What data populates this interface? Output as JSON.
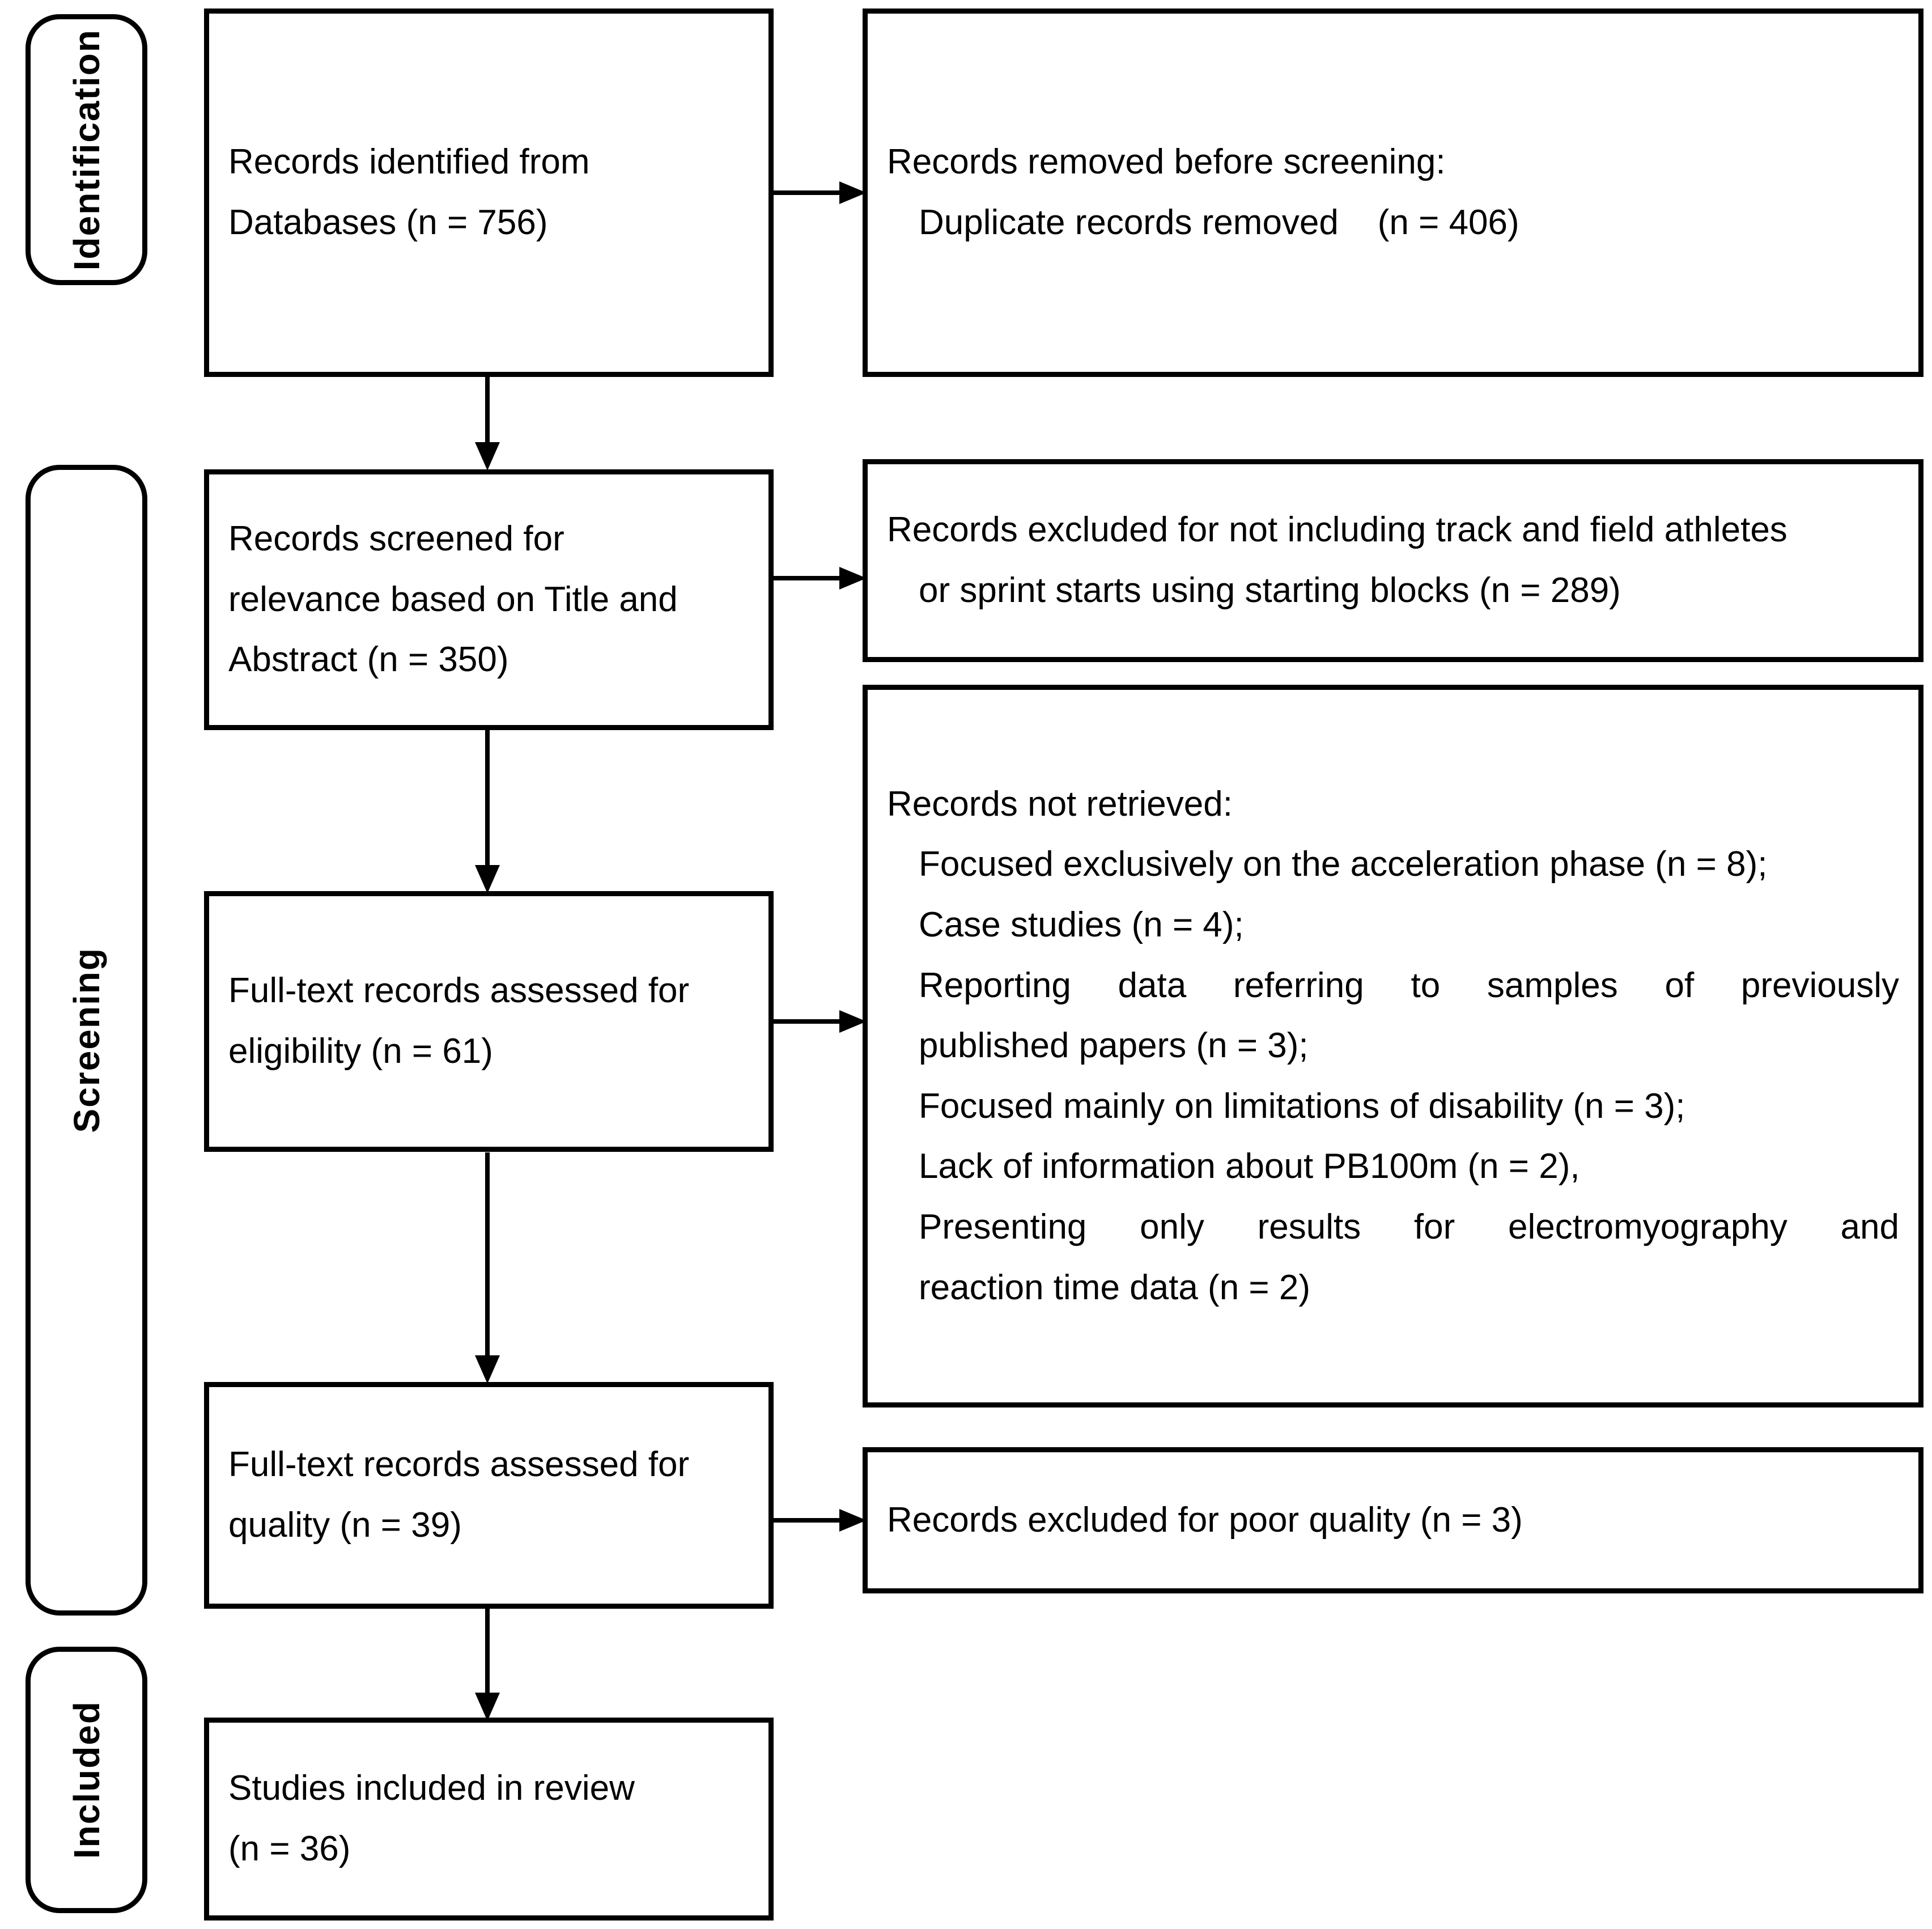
{
  "diagram": {
    "type": "prisma-flow-diagram",
    "stages": [
      {
        "id": "identification",
        "label": "Identification"
      },
      {
        "id": "screening",
        "label": "Screening"
      },
      {
        "id": "included",
        "label": "Included"
      }
    ],
    "boxes": {
      "records_identified": {
        "lines": [
          "Records identified from",
          "Databases (n = 756)"
        ]
      },
      "records_removed": {
        "lines": [
          "Records removed before screening:",
          "Duplicate records removed    (n = 406)"
        ]
      },
      "records_screened": {
        "lines": [
          "Records screened for",
          "relevance based on Title and",
          "Abstract (n = 350)"
        ]
      },
      "records_excluded_relevance": {
        "lines": [
          "Records excluded for not including track and field athletes",
          "or sprint starts using starting blocks (n = 289)"
        ]
      },
      "fulltext_eligibility": {
        "lines": [
          "Full-text records assessed for",
          "eligibility (n = 61)"
        ]
      },
      "records_not_retrieved": {
        "heading": "Records not retrieved:",
        "reasons": [
          "Focused exclusively on the acceleration phase (n = 8);",
          "Case studies (n = 4);",
          "Reporting data referring to samples of previously",
          "published papers (n = 3);",
          "Focused mainly on limitations of disability (n = 3);",
          "Lack of information about PB100m (n = 2),",
          "Presenting only results for electromyography and",
          "reaction time data (n = 2)"
        ]
      },
      "fulltext_quality": {
        "lines": [
          "Full-text records assessed for",
          "quality (n = 39)"
        ]
      },
      "records_excluded_quality": {
        "lines": [
          "Records excluded for poor quality (n = 3)"
        ]
      },
      "studies_included": {
        "lines": [
          "Studies included in review",
          "(n = 36)"
        ]
      }
    },
    "counts": {
      "identified_databases": 756,
      "duplicates_removed": 406,
      "screened_title_abstract": 350,
      "excluded_not_track_field": 289,
      "fulltext_eligibility": 61,
      "not_retrieved_acceleration_phase": 8,
      "not_retrieved_case_studies": 4,
      "not_retrieved_previously_published": 3,
      "not_retrieved_disability_limitations": 3,
      "not_retrieved_no_pb100m": 2,
      "not_retrieved_emg_reaction_time": 2,
      "fulltext_quality": 39,
      "excluded_poor_quality": 3,
      "studies_included": 36
    },
    "style": {
      "stroke": "#000000",
      "fill": "#ffffff"
    }
  }
}
